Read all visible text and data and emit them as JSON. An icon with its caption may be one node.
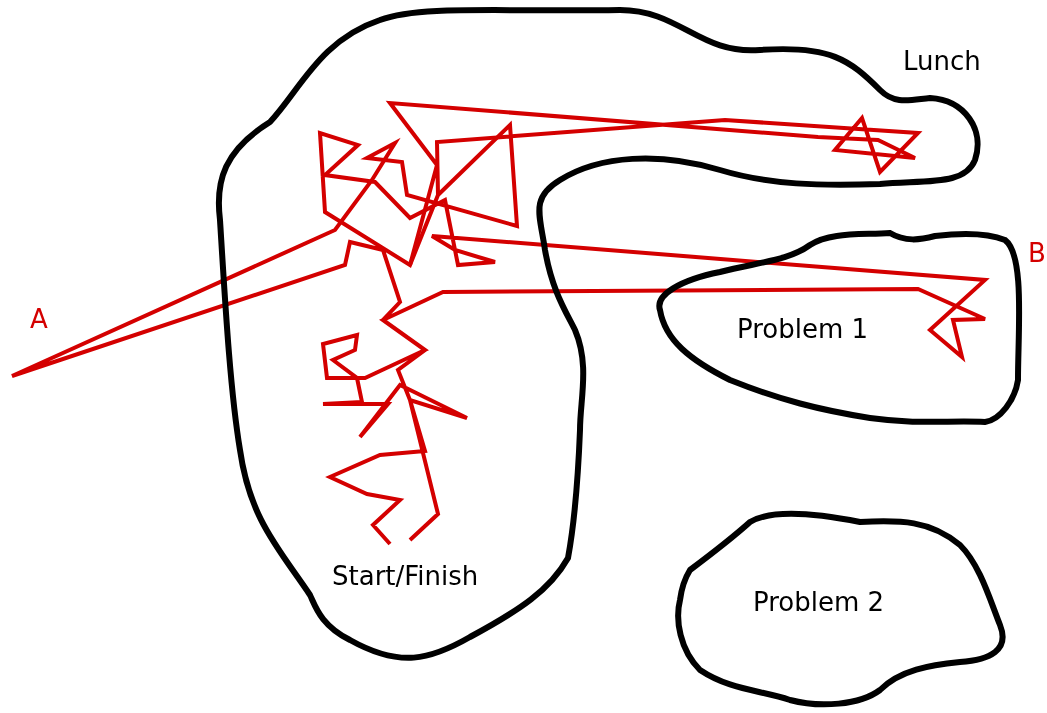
{
  "diagram": {
    "nodes": [
      {
        "text": [
          "Lunch",
          "Start/Finish"
        ]
      },
      {
        "text": [
          "Problem 1"
        ]
      },
      {
        "text": [
          "Problem 2"
        ]
      }
    ],
    "labels": [
      "A",
      "B"
    ]
  }
}
